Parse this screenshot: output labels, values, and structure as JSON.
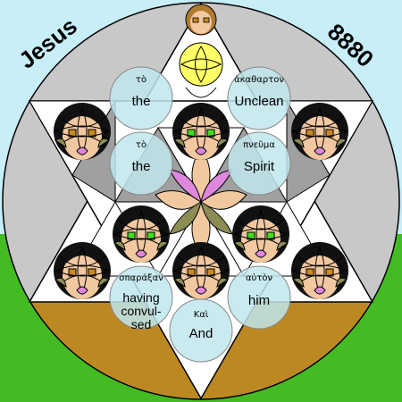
{
  "title": {
    "name": "Jesus",
    "number": "8880"
  },
  "colors": {
    "sky": "#c8eef8",
    "grass": "#44bb22",
    "ground": "#bb8822",
    "ring": "#c8c8c8",
    "star_white": "#ffffff",
    "star_gray": "#a0a0a0",
    "word_circle": "#bfe6ec",
    "face": "#f2c8a0",
    "hair": "#111111"
  },
  "words": [
    {
      "greek": "τὸ",
      "english": "the"
    },
    {
      "greek": "ἀκαθαρτον",
      "english": "Unclean"
    },
    {
      "greek": "τὸ",
      "english": "the"
    },
    {
      "greek": "πνεῦμα",
      "english": "Spirit"
    },
    {
      "greek": "σπαράξαν",
      "english_lines": [
        "having",
        "convul-",
        "sed"
      ]
    },
    {
      "greek": "αὐτὸν",
      "english": "him"
    },
    {
      "greek": "Καὶ",
      "english": "And"
    }
  ]
}
